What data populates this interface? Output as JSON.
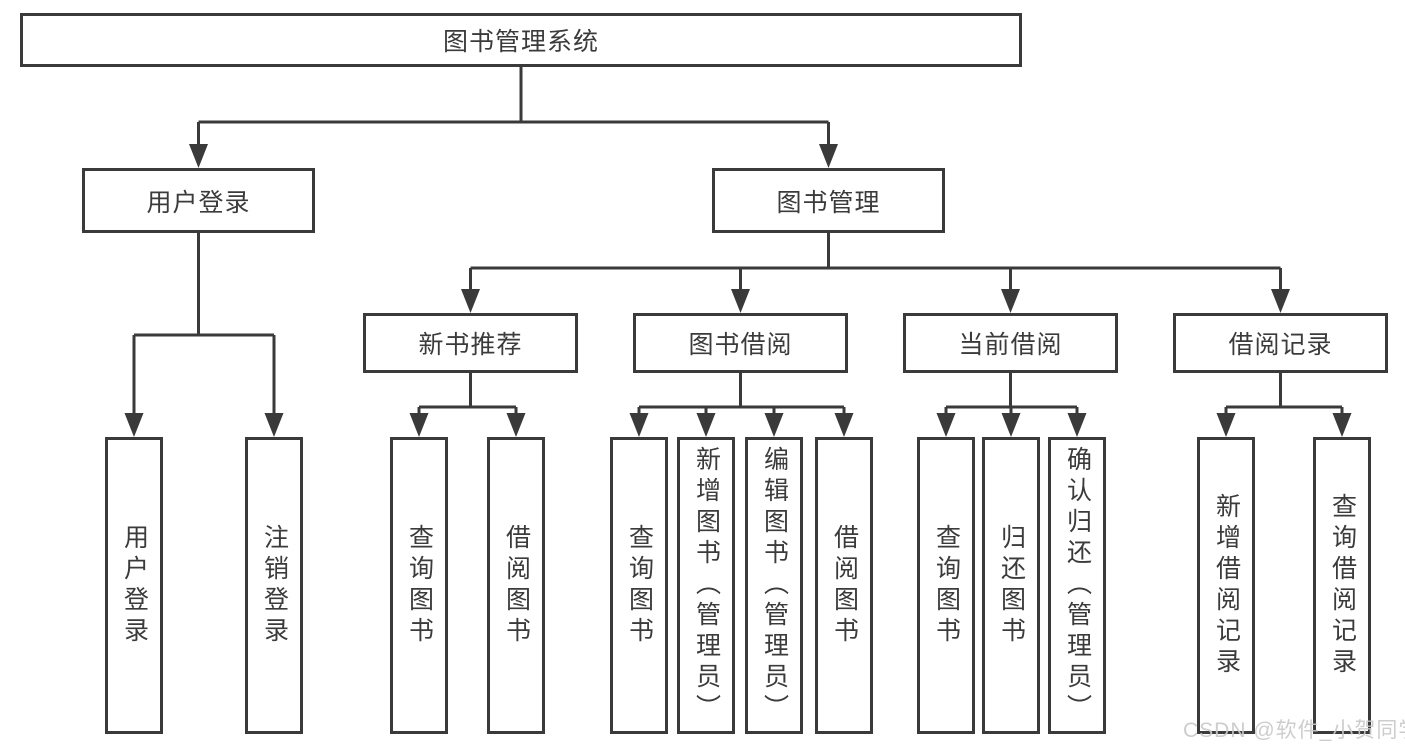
{
  "diagram_title": "图书管理系统",
  "tree": {
    "root": "图书管理系统",
    "branches": [
      {
        "label": "用户登录",
        "children": [
          "用户登录",
          "注销登录"
        ]
      },
      {
        "label": "图书管理",
        "sections": [
          {
            "label": "新书推荐",
            "children": [
              "查询图书",
              "借阅图书"
            ]
          },
          {
            "label": "图书借阅",
            "children": [
              "查询图书",
              "新增图书（管理员）",
              "编辑图书（管理员）",
              "借阅图书"
            ]
          },
          {
            "label": "当前借阅",
            "children": [
              "查询图书",
              "归还图书",
              "确认归还（管理员）"
            ]
          },
          {
            "label": "借阅记录",
            "children": [
              "新增借阅记录",
              "查询借阅记录"
            ]
          }
        ]
      }
    ]
  },
  "watermark": "CSDN @软件_小贺同学",
  "colors": {
    "line": "#3a3a3a",
    "box_border": "#3a3a3a",
    "text": "#3b3b3b",
    "background": "#ffffff",
    "watermark": "#c9c9c9"
  }
}
